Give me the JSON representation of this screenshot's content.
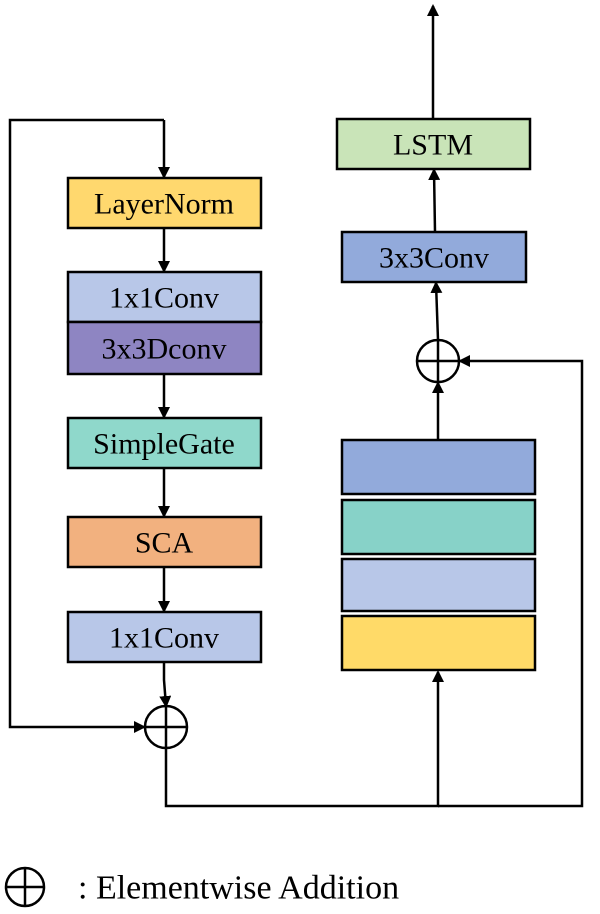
{
  "left_branch": {
    "layernorm": {
      "label": "LayerNorm",
      "color": "#FFD86E"
    },
    "conv1x1_top": {
      "label": "1x1Conv",
      "color": "#B8C7E8"
    },
    "dconv3x3": {
      "label": "3x3Dconv",
      "color": "#8E85C2"
    },
    "simplegate": {
      "label": "SimpleGate",
      "color": "#8FD8CB"
    },
    "sca": {
      "label": "SCA",
      "color": "#F2B17F"
    },
    "conv1x1_bottom": {
      "label": "1x1Conv",
      "color": "#B8C7E8"
    }
  },
  "right_branch": {
    "stack_colors": [
      "#92AADB",
      "#87D2C8",
      "#B8C7E8",
      "#FFDA68"
    ],
    "conv3x3": {
      "label": "3x3Conv",
      "color": "#92AADB"
    },
    "lstm": {
      "label": "LSTM",
      "color": "#C9E4B8"
    }
  },
  "legend": {
    "text": ": Elementwise Addition"
  }
}
